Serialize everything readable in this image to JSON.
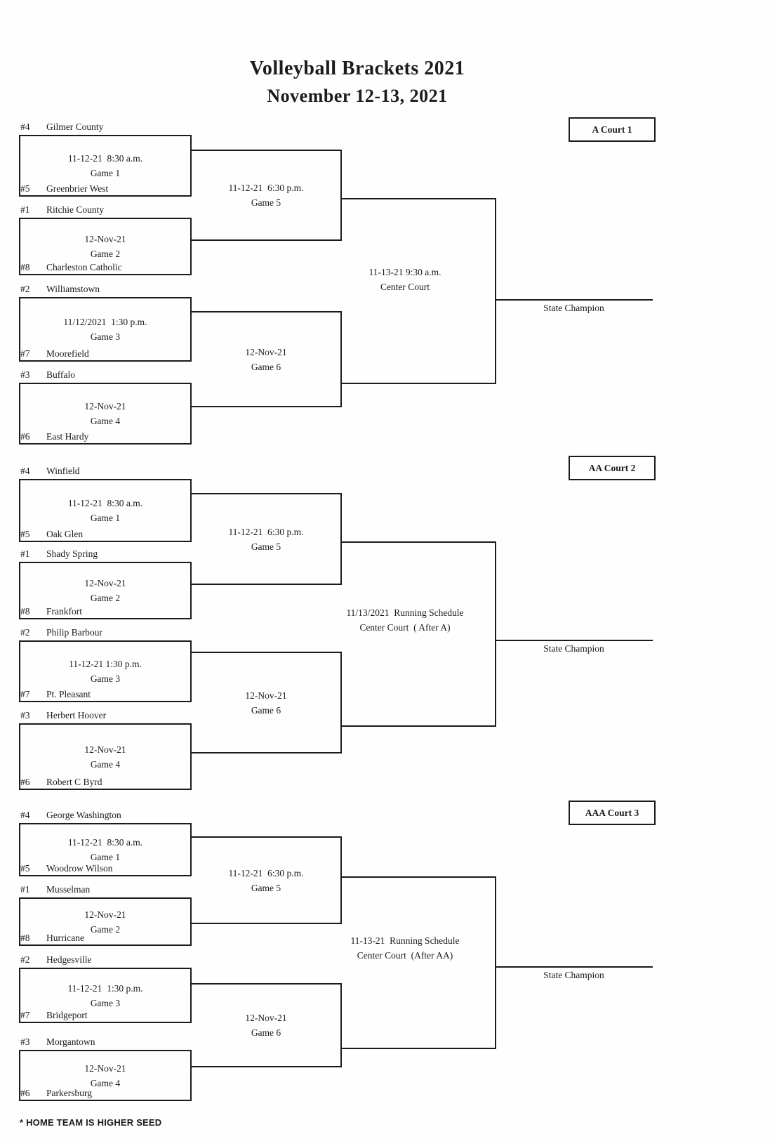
{
  "page": {
    "title": "Volleyball Brackets 2021",
    "subtitle": "November 12-13, 2021",
    "footnote": "* HOME TEAM IS HIGHER SEED"
  },
  "brackets": [
    {
      "court_label": "A Court 1",
      "champion_label": "State Champion",
      "final": {
        "line1": "11-13-21 9:30 a.m.",
        "line2": "Center Court"
      },
      "teams": [
        {
          "seed": "#4",
          "name": "Gilmer County"
        },
        {
          "seed": "#5",
          "name": "Greenbrier West"
        },
        {
          "seed": "#1",
          "name": "Ritchie County"
        },
        {
          "seed": "#8",
          "name": "Charleston Catholic"
        },
        {
          "seed": "#2",
          "name": "Williamstown"
        },
        {
          "seed": "#7",
          "name": "Moorefield"
        },
        {
          "seed": "#3",
          "name": "Buffalo"
        },
        {
          "seed": "#6",
          "name": "East Hardy"
        }
      ],
      "games": [
        {
          "when": "11-12-21  8:30 a.m.",
          "label": "Game 1"
        },
        {
          "when": "12-Nov-21",
          "label": "Game 2"
        },
        {
          "when": "11/12/2021  1:30 p.m.",
          "label": "Game 3"
        },
        {
          "when": "12-Nov-21",
          "label": "Game 4"
        },
        {
          "when": "11-12-21  6:30 p.m.",
          "label": "Game 5"
        },
        {
          "when": "12-Nov-21",
          "label": "Game 6"
        }
      ]
    },
    {
      "court_label": "AA Court 2",
      "champion_label": "State Champion",
      "final": {
        "line1": "11/13/2021  Running Schedule",
        "line2": "Center Court  ( After A)"
      },
      "teams": [
        {
          "seed": "#4",
          "name": "Winfield"
        },
        {
          "seed": "#5",
          "name": "Oak Glen"
        },
        {
          "seed": "#1",
          "name": "Shady Spring"
        },
        {
          "seed": "#8",
          "name": "Frankfort"
        },
        {
          "seed": "#2",
          "name": "Philip Barbour"
        },
        {
          "seed": "#7",
          "name": "Pt. Pleasant"
        },
        {
          "seed": "#3",
          "name": "Herbert Hoover"
        },
        {
          "seed": "#6",
          "name": "Robert C Byrd"
        }
      ],
      "games": [
        {
          "when": "11-12-21  8:30 a.m.",
          "label": "Game 1"
        },
        {
          "when": "12-Nov-21",
          "label": "Game 2"
        },
        {
          "when": "11-12-21 1:30 p.m.",
          "label": "Game 3"
        },
        {
          "when": "12-Nov-21",
          "label": "Game 4"
        },
        {
          "when": "11-12-21  6:30 p.m.",
          "label": "Game 5"
        },
        {
          "when": "12-Nov-21",
          "label": "Game 6"
        }
      ]
    },
    {
      "court_label": "AAA Court 3",
      "champion_label": "State Champion",
      "final": {
        "line1": "11-13-21  Running Schedule",
        "line2": "Center Court  (After AA)"
      },
      "teams": [
        {
          "seed": "#4",
          "name": "George Washington"
        },
        {
          "seed": "#5",
          "name": "Woodrow Wilson"
        },
        {
          "seed": "#1",
          "name": "Musselman"
        },
        {
          "seed": "#8",
          "name": "Hurricane"
        },
        {
          "seed": "#2",
          "name": "Hedgesville"
        },
        {
          "seed": "#7",
          "name": "Bridgeport"
        },
        {
          "seed": "#3",
          "name": "Morgantown"
        },
        {
          "seed": "#6",
          "name": "Parkersburg"
        }
      ],
      "games": [
        {
          "when": "11-12-21  8:30 a.m.",
          "label": "Game 1"
        },
        {
          "when": "12-Nov-21",
          "label": "Game 2"
        },
        {
          "when": "11-12-21  1:30 p.m.",
          "label": "Game 3"
        },
        {
          "when": "12-Nov-21",
          "label": "Game 4"
        },
        {
          "when": "11-12-21  6:30 p.m.",
          "label": "Game 5"
        },
        {
          "when": "12-Nov-21",
          "label": "Game 6"
        }
      ]
    }
  ]
}
